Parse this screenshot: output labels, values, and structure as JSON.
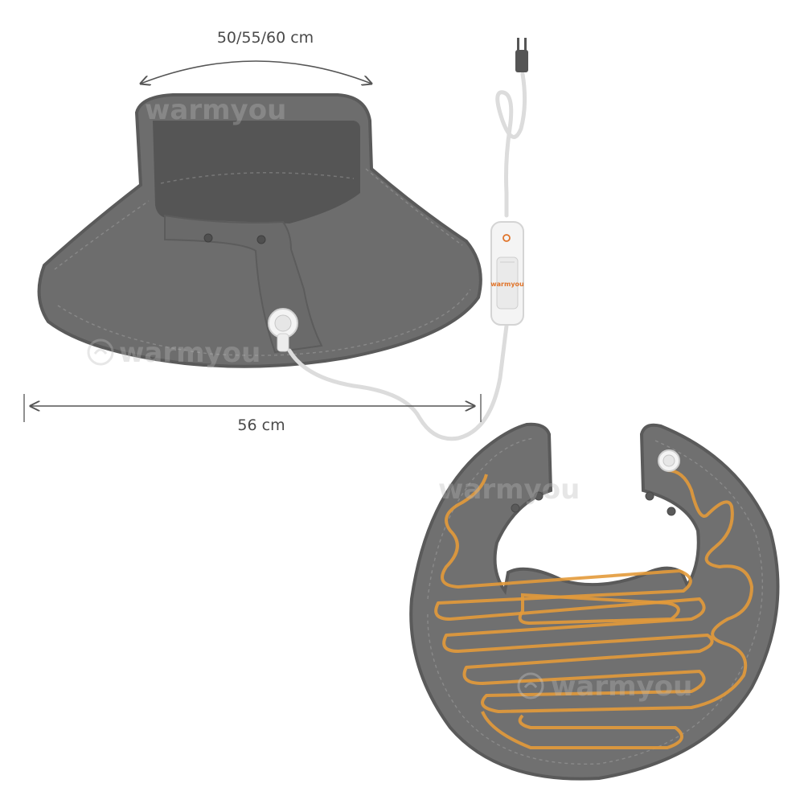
{
  "dimensions": {
    "circumference_label": "50/55/60 cm",
    "width_label": "56 cm"
  },
  "branding": {
    "watermark_text": "warmyou",
    "controller_logo": "warmyou"
  },
  "colors": {
    "pad_fill": "#6e6e6e",
    "pad_dark": "#555555",
    "heating_wire": "#e39a3a",
    "controller": "#f2f2f2",
    "controller_accent": "#e0742a",
    "dimension_line": "#555555"
  }
}
